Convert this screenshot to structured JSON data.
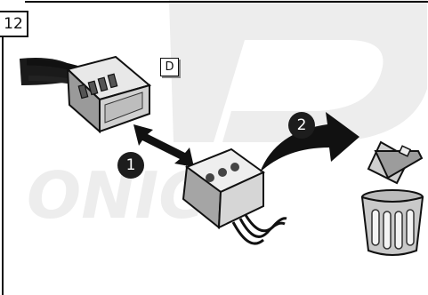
{
  "step_number": "12",
  "connector_label": "D",
  "callouts": [
    "1",
    "2"
  ],
  "icons": {
    "plug": "wire-harness-plug",
    "old_connector": "connector-housing",
    "swap": "double-arrow",
    "discard": "curved-arrow",
    "bin": "trash-can"
  },
  "colors": {
    "ink": "#111111",
    "watermark": "#ededed",
    "callout_fill": "#1d1d1d"
  }
}
